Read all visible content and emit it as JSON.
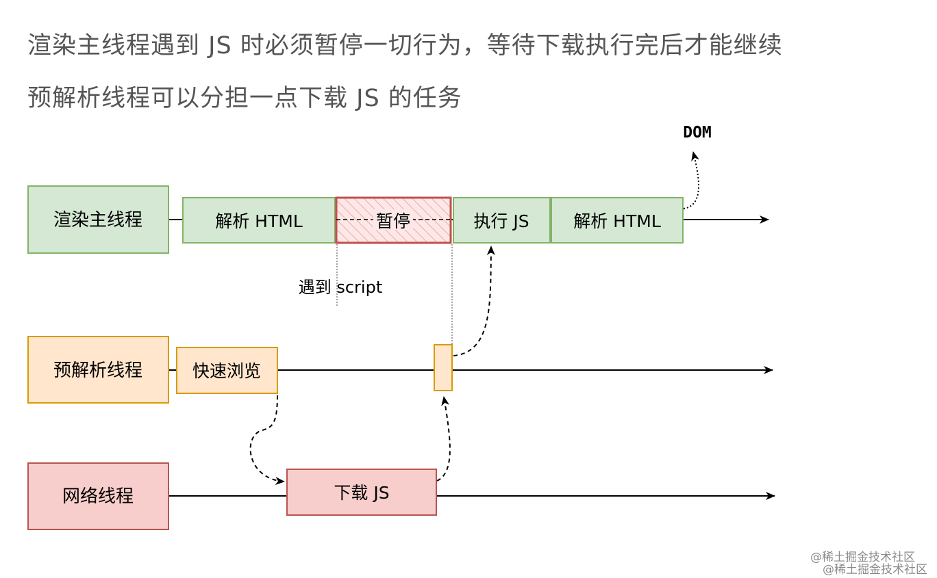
{
  "headings": {
    "line1": "渲染主线程遇到 JS 时必须暂停一切行为，等待下载执行完后才能继续",
    "line2": "预解析线程可以分担一点下载 JS 的任务"
  },
  "threads": {
    "main": "渲染主线程",
    "preparse": "预解析线程",
    "network": "网络线程"
  },
  "tasks": {
    "parse_html_1": "解析 HTML",
    "pause": "暂停",
    "exec_js": "执行 JS",
    "parse_html_2": "解析 HTML",
    "quick_browse": "快速浏览",
    "download_js": "下载 JS"
  },
  "annotations": {
    "dom": "DOM",
    "meet_script": "遇到 script"
  },
  "watermark": "@稀土掘金技术社区",
  "colors": {
    "green_fill": "#d5e8d4",
    "green_stroke": "#82b366",
    "orange_fill": "#ffe6cc",
    "orange_stroke": "#d79b00",
    "red_fill": "#f8cecc",
    "red_stroke": "#b85450"
  }
}
